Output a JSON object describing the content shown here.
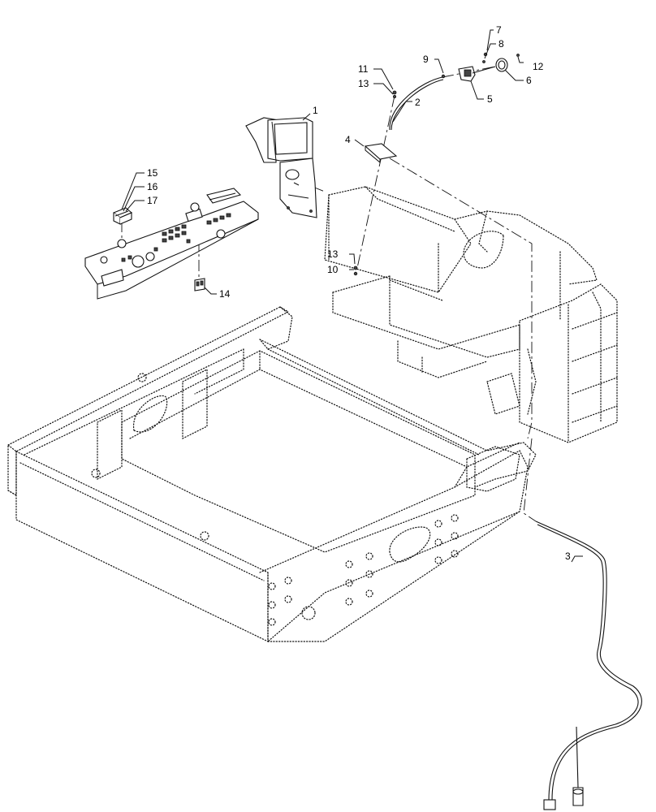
{
  "callouts": [
    {
      "id": "c1",
      "text": "1"
    },
    {
      "id": "c2",
      "text": "2"
    },
    {
      "id": "c3",
      "text": "3"
    },
    {
      "id": "c4",
      "text": "4"
    },
    {
      "id": "c5",
      "text": "5"
    },
    {
      "id": "c6",
      "text": "6"
    },
    {
      "id": "c7",
      "text": "7"
    },
    {
      "id": "c8",
      "text": "8"
    },
    {
      "id": "c9",
      "text": "9"
    },
    {
      "id": "c10",
      "text": "10"
    },
    {
      "id": "c11",
      "text": "11"
    },
    {
      "id": "c12",
      "text": "12"
    },
    {
      "id": "c13a",
      "text": "13"
    },
    {
      "id": "c13b",
      "text": "13"
    },
    {
      "id": "c14",
      "text": "14"
    },
    {
      "id": "c15",
      "text": "15"
    },
    {
      "id": "c16",
      "text": "16"
    },
    {
      "id": "c17",
      "text": "17"
    }
  ]
}
